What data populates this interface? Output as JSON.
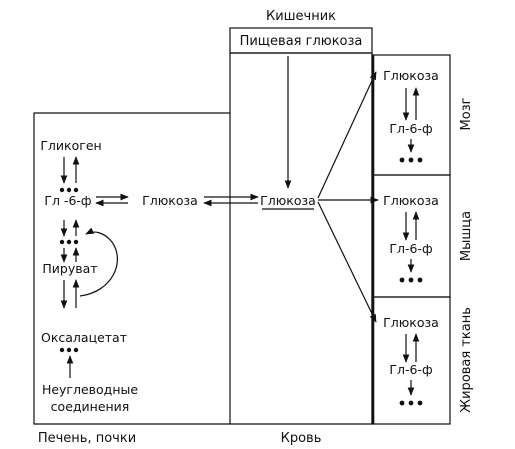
{
  "labels": {
    "intestine": "Кишечник",
    "food_glucose": "Пищевая глюкоза",
    "liver": {
      "glycogen": "Гликоген",
      "g6p": "Гл -6-ф",
      "glucose": "Глюкоза",
      "pyruvate": "Пируват",
      "oxaloacetate": "Оксалацетат",
      "noncarb_line1": "Неуглеводные",
      "noncarb_line2": "соединения",
      "footer": "Печень, почки"
    },
    "blood": {
      "glucose": "Глюкоза",
      "footer": "Кровь"
    },
    "organs": [
      {
        "name": "Мозг",
        "glucose": "Глюкоза",
        "g6p": "Гл-6-ф"
      },
      {
        "name": "Мышца",
        "glucose": "Глюкоза",
        "g6p": "Гл-6-ф"
      },
      {
        "name": "Жировая ткань",
        "glucose": "Глюкоза",
        "g6p": "Гл-6-ф"
      }
    ]
  }
}
